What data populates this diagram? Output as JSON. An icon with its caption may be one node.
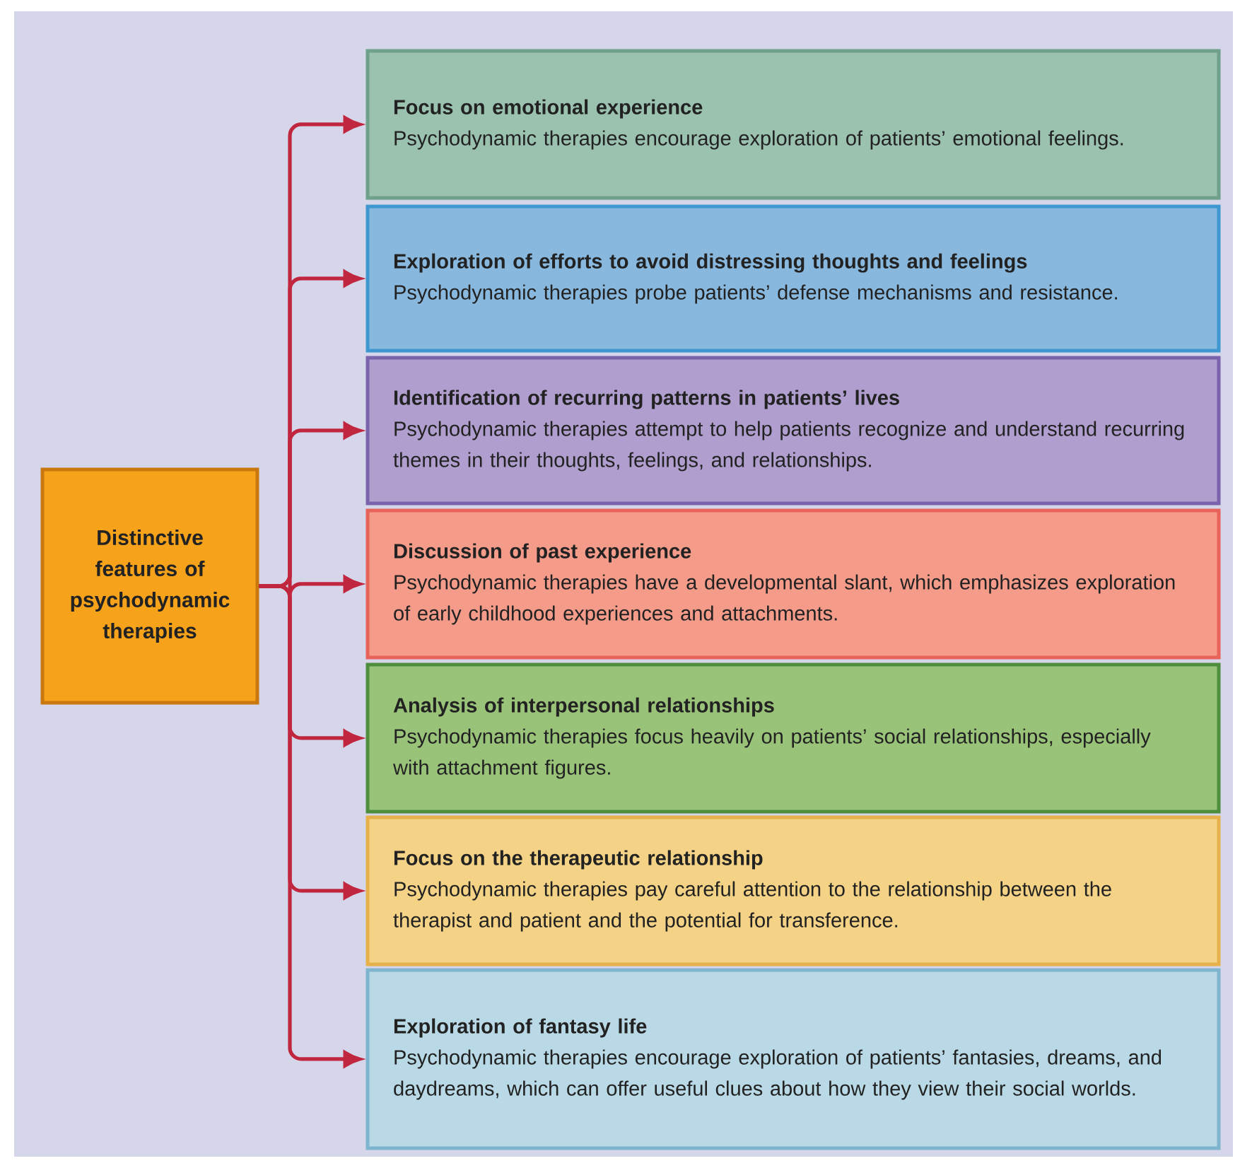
{
  "diagram": {
    "nodes": [
      {
        "text": [
          "Distinctive features of psychodynamic therapies"
        ]
      },
      {
        "text": [
          "Focus on emotional experience",
          "Psychodynamic therapies encourage exploration of patients’ emotional feelings."
        ]
      },
      {
        "text": [
          "Exploration of efforts to avoid distressing thoughts and feelings",
          "Psychodynamic therapies probe patients’ defense mechanisms and resistance."
        ]
      },
      {
        "text": [
          "Identification of recurring patterns in patients’ lives",
          "Psychodynamic therapies attempt to help patients recognize and understand recurring themes in their thoughts, feelings, and relationships."
        ]
      },
      {
        "text": [
          "Discussion of past experience",
          "Psychodynamic therapies have a developmental slant, which emphasizes exploration of early childhood experiences and attachments."
        ]
      },
      {
        "text": [
          "Analysis of interpersonal relationships",
          "Psychodynamic therapies focus heavily on patients’ social relationships, especially with attachment figures."
        ]
      },
      {
        "text": [
          "Focus on the therapeutic relationship",
          "Psychodynamic therapies pay careful attention to the relationship between the therapist and patient and the potential for transference."
        ]
      },
      {
        "text": [
          "Exploration of fantasy life",
          "Psychodynamic therapies encourage exploration of patients’ fantasies, dreams, and daydreams, which can offer useful clues about how they view their social worlds."
        ]
      }
    ],
    "edges": [
      {
        "from": 0,
        "to": 1,
        "arrow": "to"
      },
      {
        "from": 0,
        "to": 2,
        "arrow": "to"
      },
      {
        "from": 0,
        "to": 3,
        "arrow": "to"
      },
      {
        "from": 0,
        "to": 4,
        "arrow": "to"
      },
      {
        "from": 0,
        "to": 5,
        "arrow": "to"
      },
      {
        "from": 0,
        "to": 6,
        "arrow": "to"
      },
      {
        "from": 0,
        "to": 7,
        "arrow": "to"
      }
    ]
  }
}
